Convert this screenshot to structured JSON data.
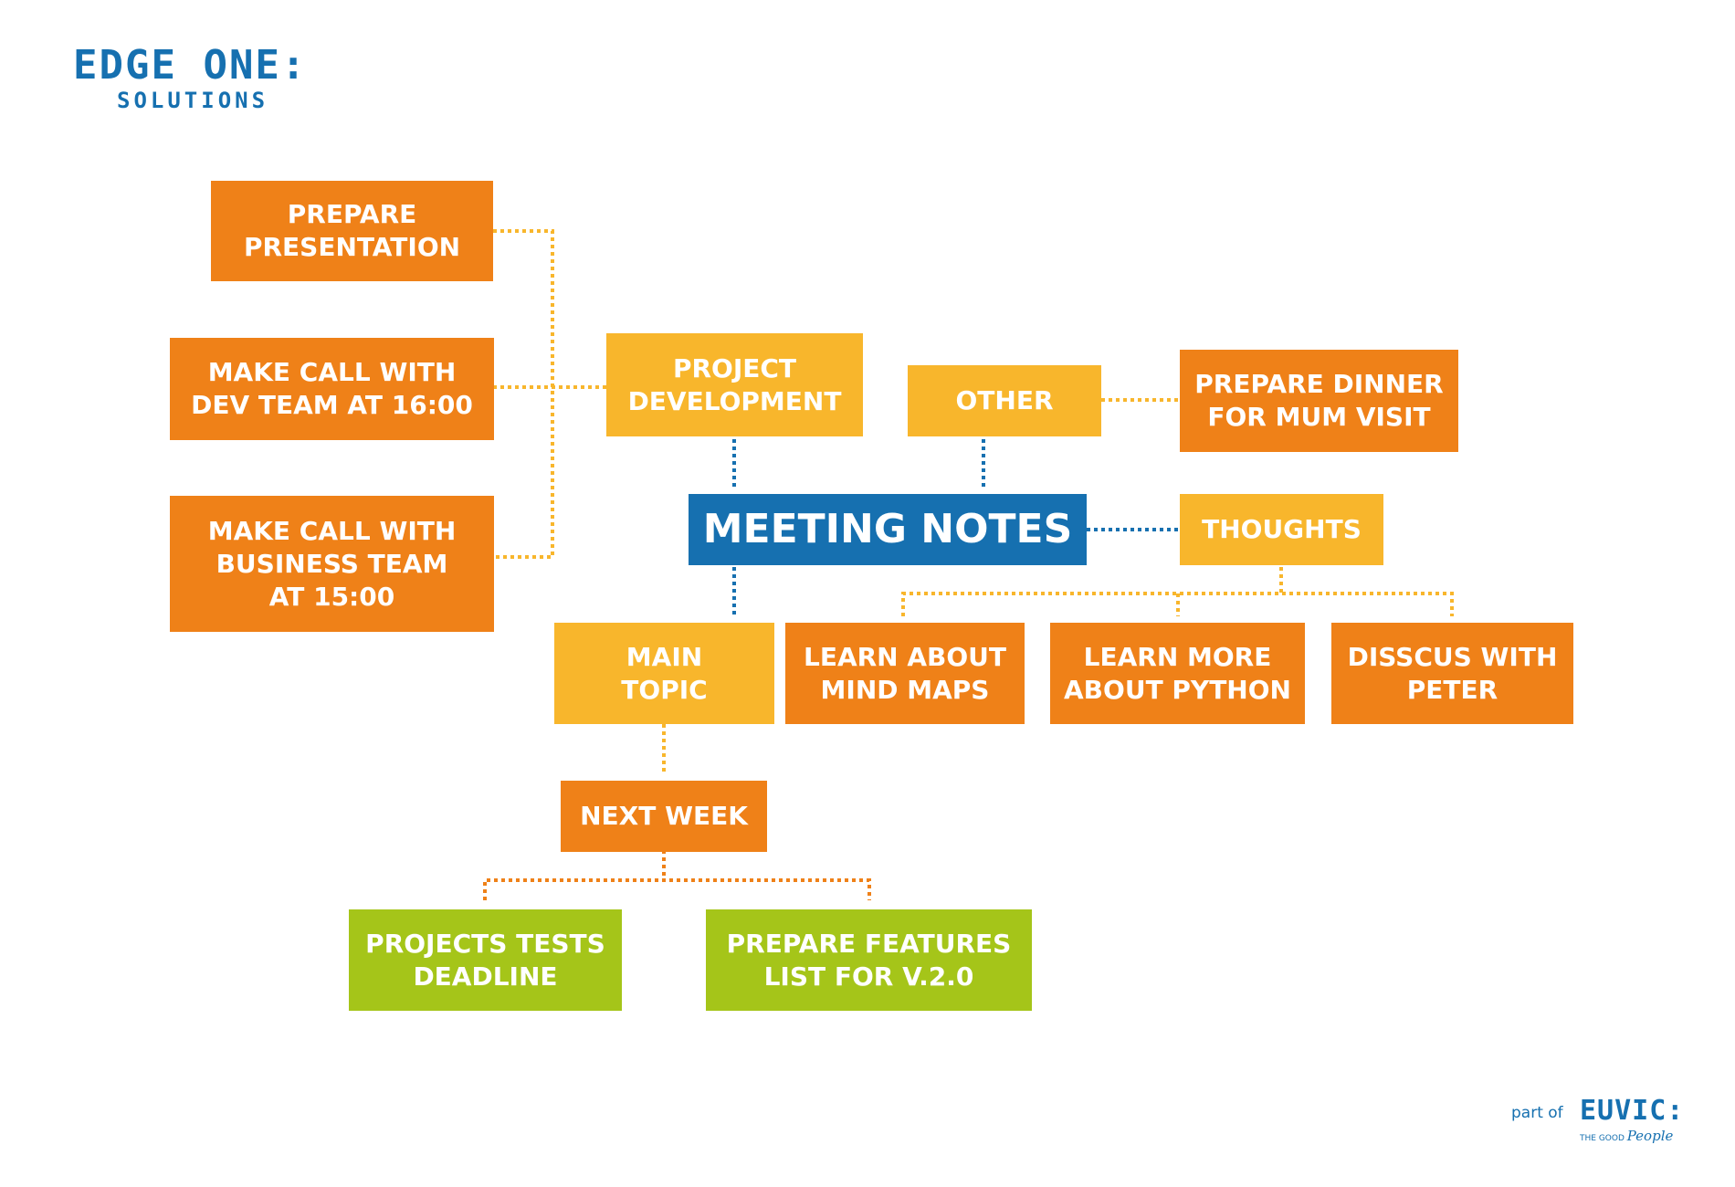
{
  "logo": {
    "line1": "EDGE ONE:",
    "line2": "SOLUTIONS"
  },
  "footer": {
    "part_of": "part of",
    "brand": "EUVIC:",
    "tagline_prefix": "THE GOOD",
    "tagline_script": "People"
  },
  "colors": {
    "orange": "#EF8118",
    "yellow": "#F8B62C",
    "blue": "#1670B0",
    "green": "#A5C519"
  },
  "nodes": {
    "central": "MEETING NOTES",
    "project_development": "PROJECT\nDEVELOPMENT",
    "prepare_presentation": "PREPARE\nPRESENTATION",
    "call_dev_team": "MAKE CALL WITH\nDEV TEAM AT 16:00",
    "call_business_team": "MAKE CALL WITH\nBUSINESS TEAM\nAT 15:00",
    "other": "OTHER",
    "prepare_dinner": "PREPARE DINNER\nFOR MUM VISIT",
    "thoughts": "THOUGHTS",
    "learn_mind_maps": "LEARN ABOUT\nMIND MAPS",
    "learn_python": "LEARN MORE\nABOUT PYTHON",
    "discuss_peter": "DISSCUS WITH\nPETER",
    "main_topic": "MAIN\nTOPIC",
    "next_week": "NEXT WEEK",
    "projects_tests": "PROJECTS TESTS\nDEADLINE",
    "prepare_features": "PREPARE FEATURES\nLIST FOR V.2.0"
  }
}
